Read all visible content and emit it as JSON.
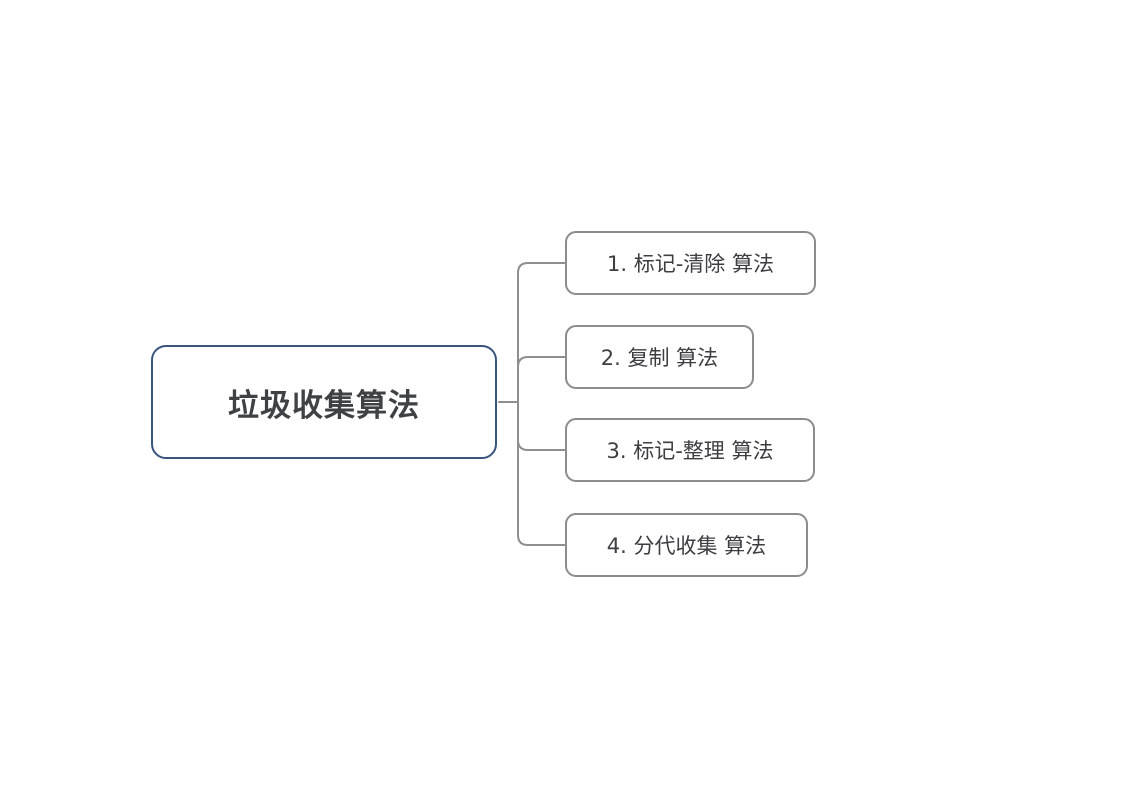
{
  "diagram": {
    "type": "mindmap",
    "topic": "garbage collection algorithms",
    "root": {
      "label": "垃圾收集算法",
      "border_color": "#3a537f",
      "text_color": "#3f4245"
    },
    "children": [
      {
        "label": "1. 标记-清除 算法"
      },
      {
        "label": "2. 复制 算法"
      },
      {
        "label": "3. 标记-整理 算法"
      },
      {
        "label": "4. 分代收集 算法"
      }
    ],
    "child_style": {
      "border_color": "#8c8c8c",
      "text_color": "#3c3e40"
    },
    "connector_color": "#8f8f8f",
    "background_color": "#ffffff"
  }
}
